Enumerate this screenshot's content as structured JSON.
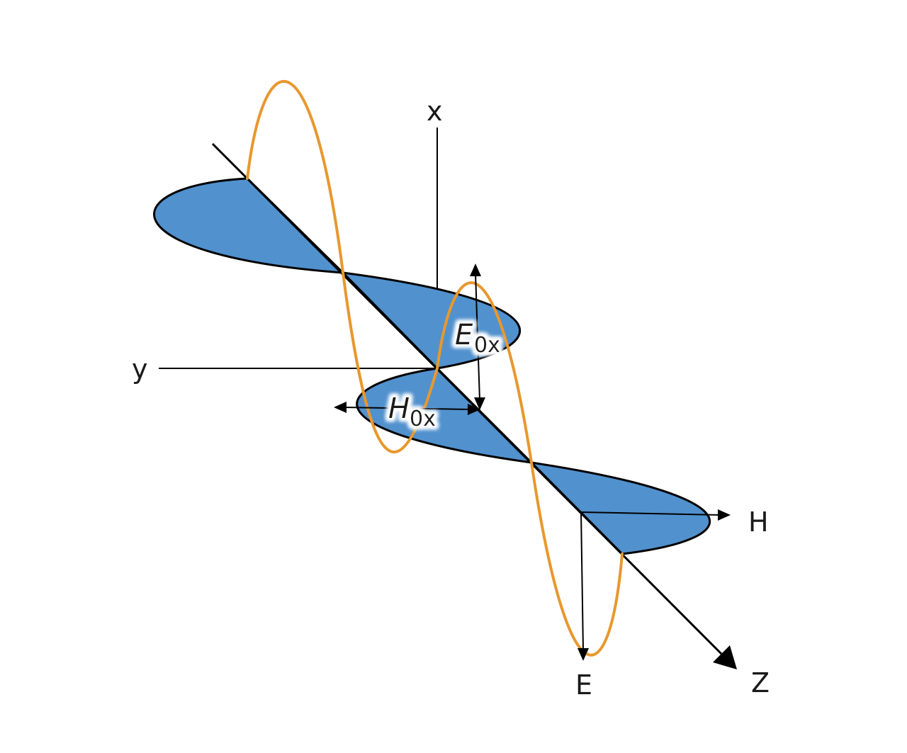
{
  "diagram": {
    "axes": {
      "x": "x",
      "y": "y",
      "z": "Z"
    },
    "fields": {
      "electric": "E",
      "magnetic": "H"
    },
    "amplitudes": {
      "electric": {
        "symbol": "E",
        "subscript": "0x"
      },
      "magnetic": {
        "symbol": "H",
        "subscript": "0x"
      }
    },
    "colors": {
      "electric_wave": "#E8982E",
      "magnetic_wave_fill": "#5191CE",
      "outline": "#000000",
      "background": "#ffffff"
    }
  }
}
